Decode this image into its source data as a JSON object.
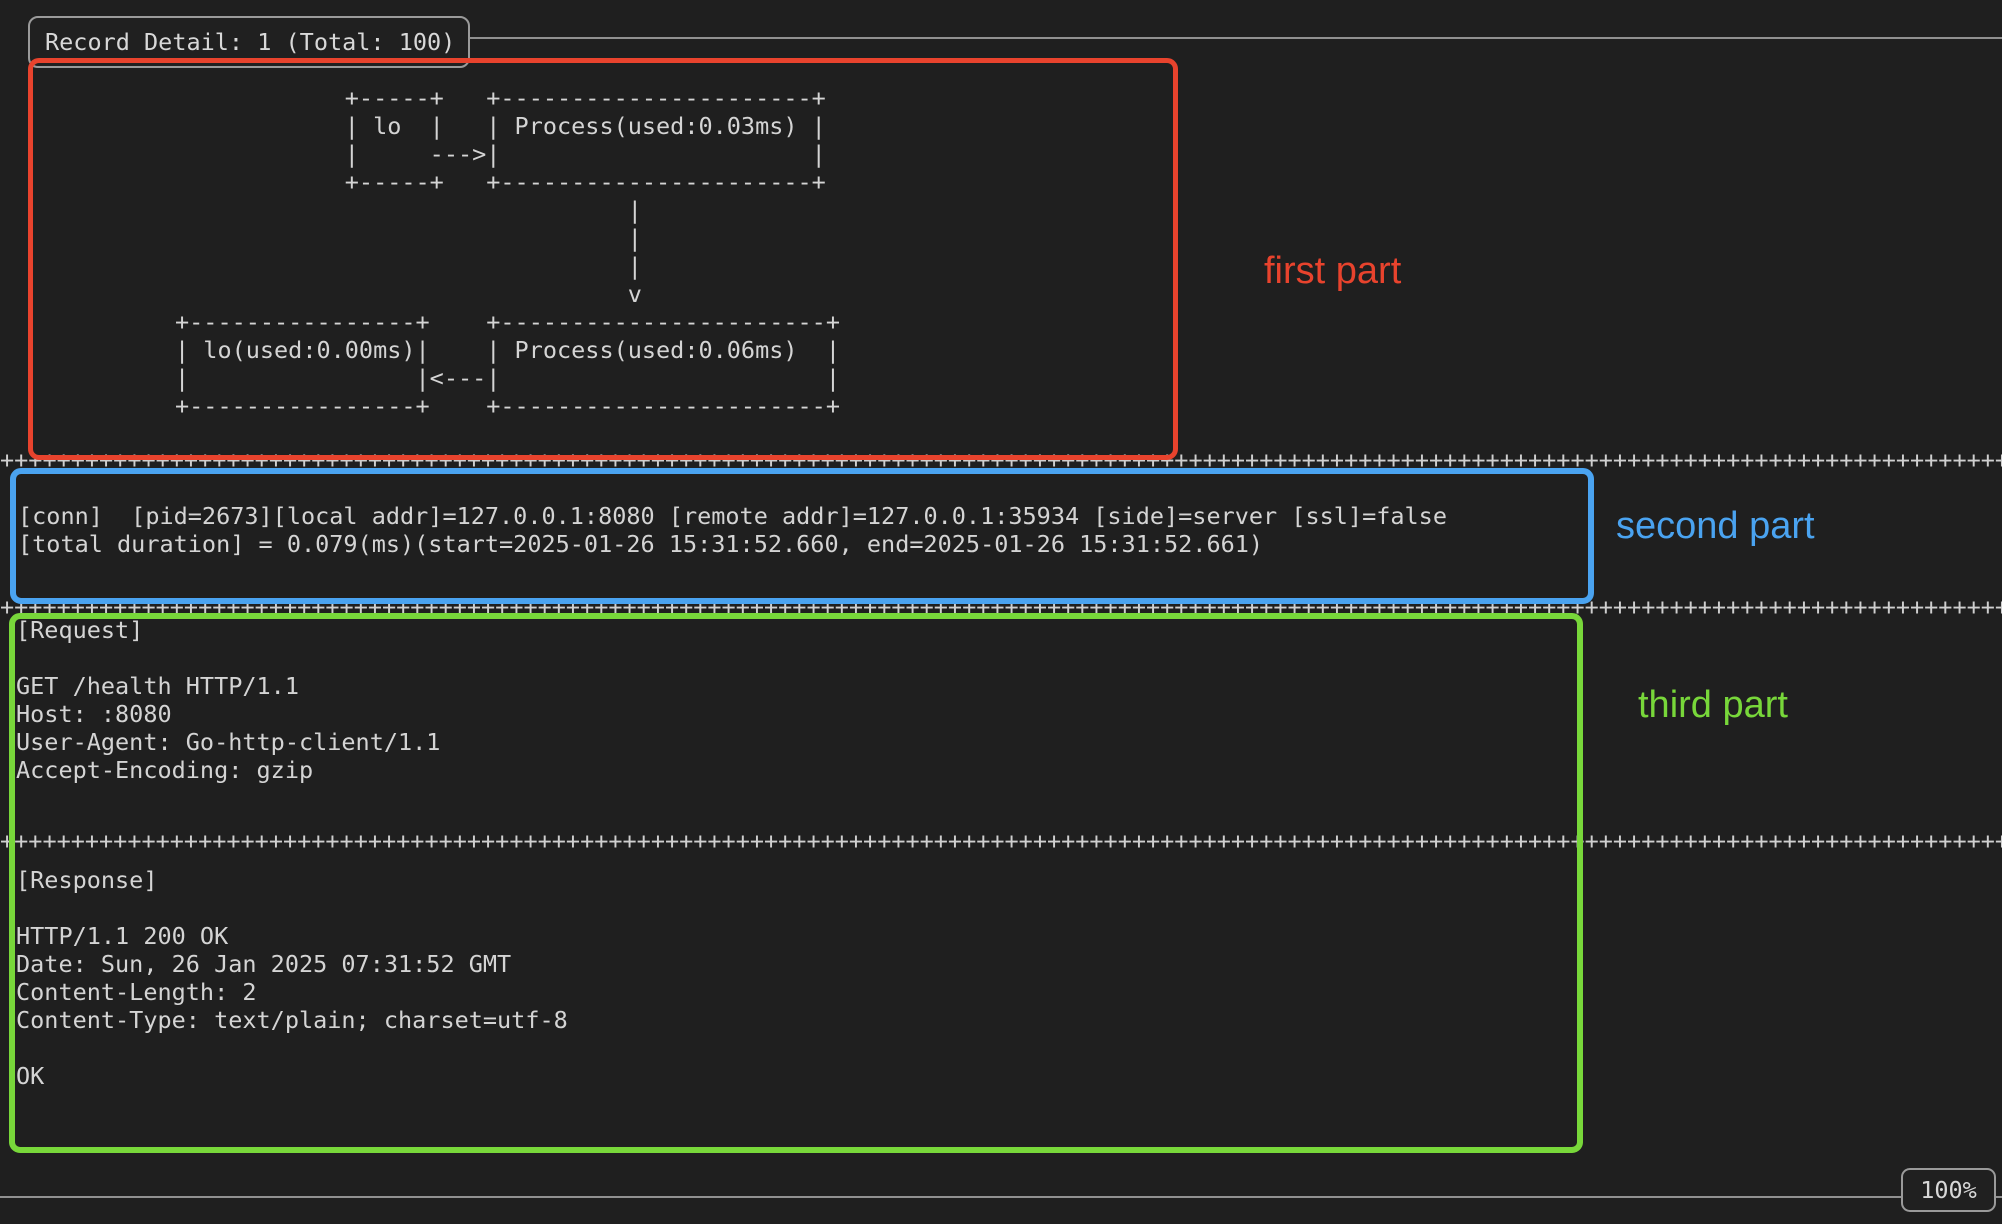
{
  "title": "Record Detail: 1 (Total: 100)",
  "scroll_indicator": "100%",
  "separator_row": "++++++++++++++++++++++++++++++++++++++++++++++++++++++++++++++++++++++++++++++++++++++++++++++++++++++++++++++++++++++++++++++++++++++++++++++++++++++",
  "diagram": {
    "lines": [
      "            +-----+   +----------------------+",
      "            | lo  |   | Process(used:0.03ms) |",
      "            |     --->|                      |",
      "            +-----+   +----------------------+",
      "                                |",
      "                                |",
      "                                |",
      "                                v",
      "+----------------+    +-----------------------+",
      "| lo(used:0.00ms)|    | Process(used:0.06ms)  |",
      "|                |<---|                       |",
      "+----------------+    +-----------------------+"
    ]
  },
  "connection": {
    "lines": [
      "[conn]  [pid=2673][local addr]=127.0.0.1:8080 [remote addr]=127.0.0.1:35934 [side]=server [ssl]=false",
      "[total duration] = 0.079(ms)(start=2025-01-26 15:31:52.660, end=2025-01-26 15:31:52.661)"
    ]
  },
  "request": {
    "lines": [
      "[Request]",
      "",
      "GET /health HTTP/1.1",
      "Host: :8080",
      "User-Agent: Go-http-client/1.1",
      "Accept-Encoding: gzip"
    ]
  },
  "response": {
    "lines": [
      "[Response]",
      "",
      "HTTP/1.1 200 OK",
      "Date: Sun, 26 Jan 2025 07:31:52 GMT",
      "Content-Length: 2",
      "Content-Type: text/plain; charset=utf-8",
      "",
      "OK"
    ]
  },
  "annotations": {
    "first": "first part",
    "second": "second part",
    "third": "third part"
  },
  "colors": {
    "red": "#e8432d",
    "blue": "#4aa3f0",
    "green": "#78d73a"
  }
}
